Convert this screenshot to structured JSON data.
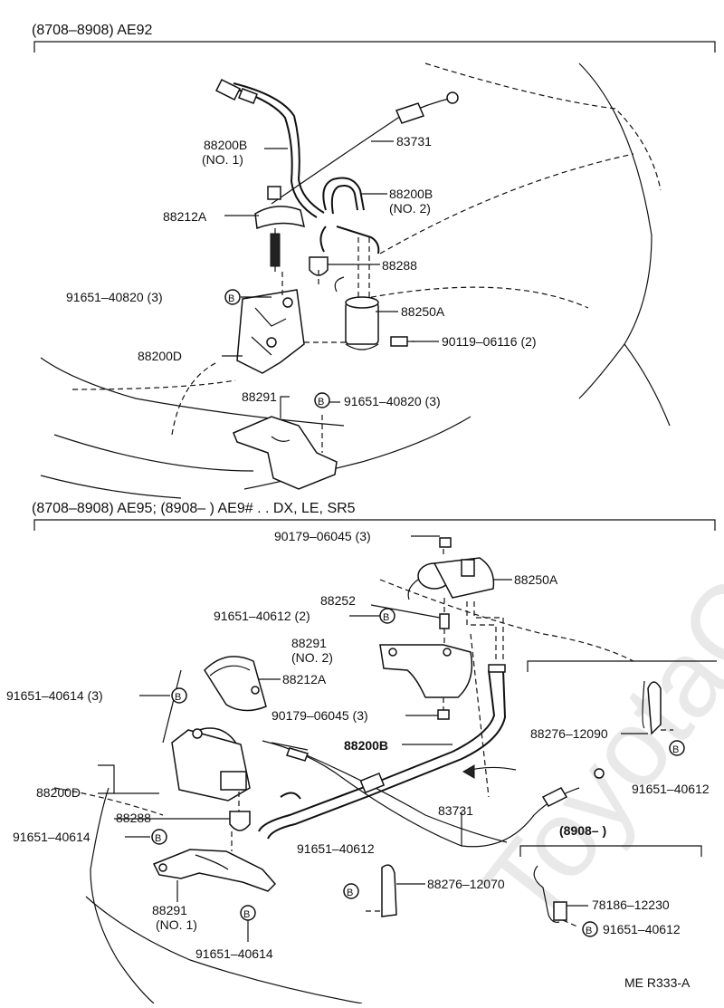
{
  "watermark": "ToyotaCarMine.ru",
  "section1": {
    "header": "(8708–8908) AE92",
    "labels": {
      "l88200B_no1": "88200B",
      "l88200B_no1_sub": "(NO. 1)",
      "l83731": "83731",
      "l88200B_no2": "88200B",
      "l88200B_no2_sub": "(NO. 2)",
      "l88212A": "88212A",
      "l88288": "88288",
      "l91651_40820_a": "91651–40820 (3)",
      "l88250A": "88250A",
      "l90119": "90119–06116 (2)",
      "l88200D": "88200D",
      "l88291": "88291",
      "l91651_40820_b": "91651–40820 (3)"
    }
  },
  "section2": {
    "header": "(8708–8908)  AE95; (8908–        )  AE9# . . DX, LE, SR5",
    "labels": {
      "l90179_a": "90179–06045 (3)",
      "l88250A": "88250A",
      "l88252": "88252",
      "l91651_40612_a": "91651–40612 (2)",
      "l88291_no2": "88291",
      "l88291_no2_sub": "(NO. 2)",
      "l88212A": "88212A",
      "l91651_40614_a": "91651–40614 (3)",
      "l90179_b": "90179–06045 (3)",
      "l88276_12090": "88276–12090",
      "l88200B": "88200B",
      "l91651_40612_b": "91651–40612",
      "l88200D": "88200D",
      "l88288": "88288",
      "l83731": "83731",
      "l91651_40614_b": "91651–40614",
      "l91651_40612_c": "91651–40612",
      "l88276_12070": "88276–12070",
      "l88291_no1": "88291",
      "l88291_no1_sub": "(NO. 1)",
      "l91651_40614_c": "91651–40614"
    }
  },
  "inset": {
    "header": "(8908–          )",
    "l78186": "78186–12230",
    "l91651_40612": "91651–40612"
  },
  "callout_marker": "B",
  "footer": "ME   R333-A"
}
